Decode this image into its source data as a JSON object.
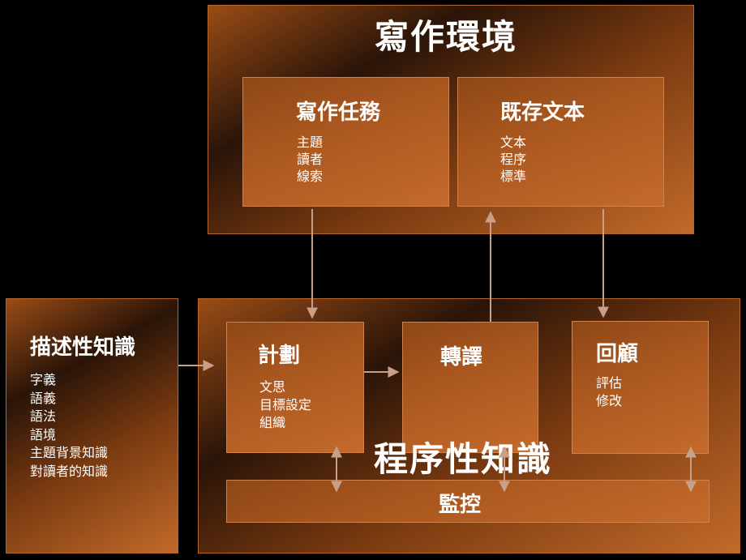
{
  "environment": {
    "title": "寫作環境",
    "task": {
      "title": "寫作任務",
      "items": [
        "主題",
        "讀者",
        "線索"
      ]
    },
    "existing_text": {
      "title": "既存文本",
      "items": [
        "文本",
        "程序",
        "標準"
      ]
    }
  },
  "declarative": {
    "title": "描述性知識",
    "items": [
      "字義",
      "語義",
      "語法",
      "語境",
      "主題背景知識",
      "對讀者的知識"
    ]
  },
  "procedural": {
    "title": "程序性知識",
    "planning": {
      "title": "計劃",
      "items": [
        "文思",
        "目標設定",
        "組織"
      ]
    },
    "translating": {
      "title": "轉譯"
    },
    "reviewing": {
      "title": "回顧",
      "items": [
        "評估",
        "修改"
      ]
    },
    "monitoring": {
      "title": "監控"
    }
  },
  "colors": {
    "background": "#000000",
    "box_fill": "#a9571f",
    "border": "#d0824a",
    "arrow": "#c8a08a"
  }
}
